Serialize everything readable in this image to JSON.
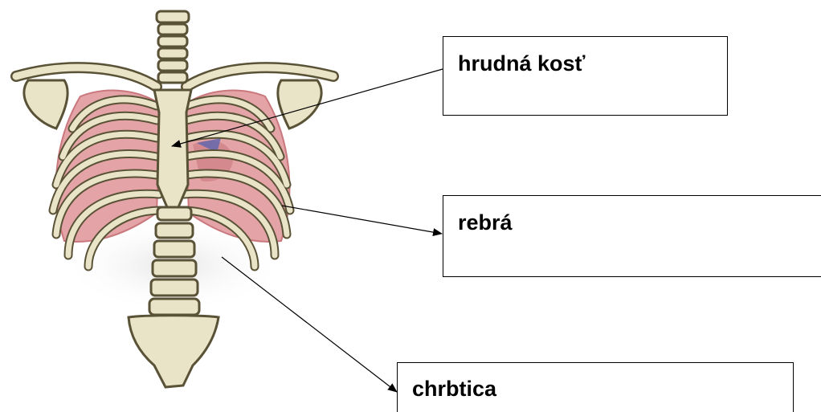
{
  "labels": {
    "sternum": "hrudná kosť",
    "ribs": "rebrá",
    "spine": "chrbtica"
  },
  "colors": {
    "bone": "#e9e3c8",
    "bone_shadow": "#b9b08a",
    "bone_outline": "#5a5236",
    "lung": "#e4a3a6",
    "lung_dark": "#c9787e",
    "arrow": "#000000"
  },
  "icons": {
    "illustration": "rib-cage-skeleton",
    "arrowhead": "arrowhead-icon"
  }
}
